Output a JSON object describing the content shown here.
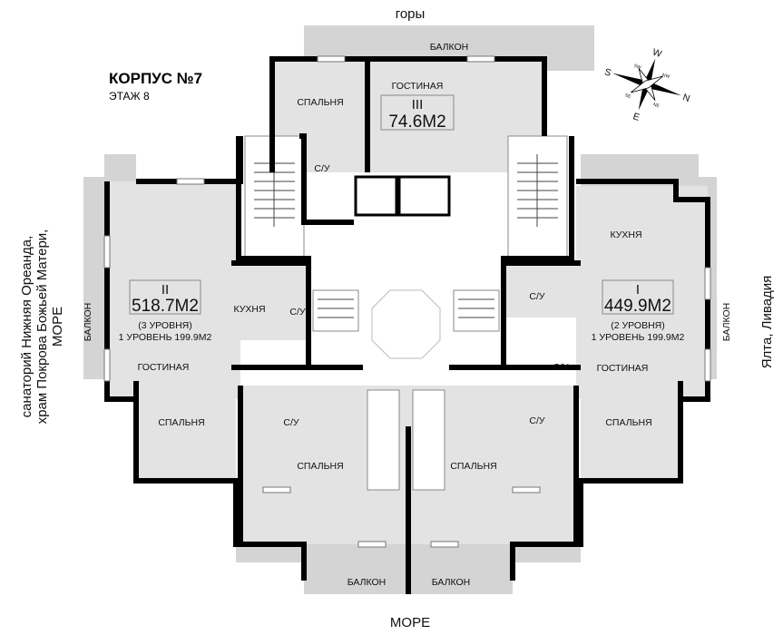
{
  "orientation": {
    "top": "горы",
    "bottom": "МОРЕ",
    "left": [
      "санаторий Нижняя Ореанда,",
      "храм Покрова Божьей Матери,",
      "МОРЕ"
    ],
    "right": "Ялта, Ливадия"
  },
  "header": {
    "title": "КОРПУС №7",
    "floor": "ЭТАЖ 8"
  },
  "compass": {
    "n": "N",
    "s": "S",
    "e": "E",
    "w": "W",
    "nw": "NW",
    "ne": "NE",
    "sw": "SW",
    "se": "SE"
  },
  "units": {
    "u3": {
      "number": "III",
      "area": "74.6М2"
    },
    "u1": {
      "number": "I",
      "area": "449.9М2",
      "levels": "(2 УРОВНЯ)",
      "level1": "1 УРОВЕНЬ 199.9М2"
    },
    "u2": {
      "number": "II",
      "area": "518.7М2",
      "levels": "(3 УРОВНЯ)",
      "level1": "1 УРОВЕНЬ 199.9М2"
    }
  },
  "rooms": {
    "balcony": "БАЛКОН",
    "bedroom": "СПАЛЬНЯ",
    "living": "ГОСТИНАЯ",
    "kitchen": "КУХНЯ",
    "wc": "С/У"
  },
  "colors": {
    "balcony": "#d4d4d4",
    "room": "#e3e3e3",
    "wall": "#000000",
    "core": "#ffffff"
  }
}
